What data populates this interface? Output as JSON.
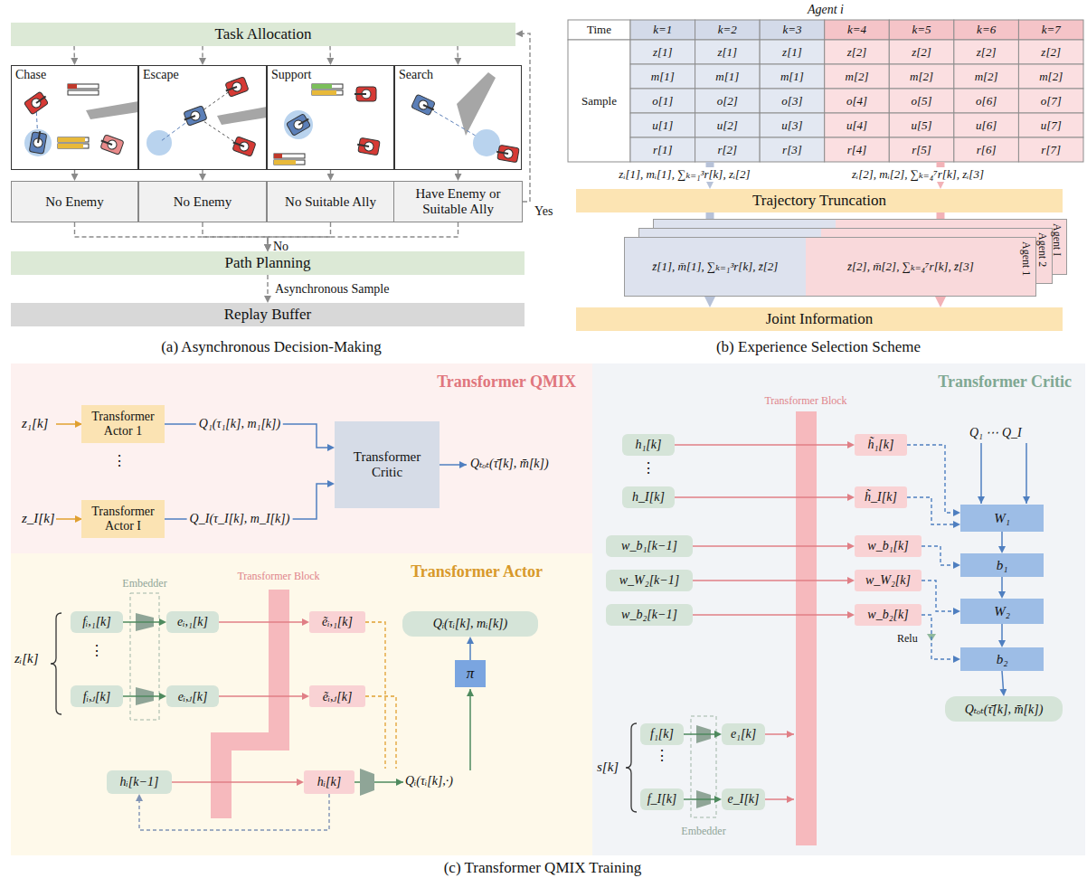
{
  "diagram": {
    "nodes": [
      {
        "text": [
          "Task Allocation"
        ]
      },
      {
        "text": [
          "Chase"
        ]
      },
      {
        "text": [
          "Escape"
        ]
      },
      {
        "text": [
          "Support"
        ]
      },
      {
        "text": [
          "Search"
        ]
      },
      {
        "text": [
          "No Enemy"
        ]
      },
      {
        "text": [
          "No Enemy"
        ]
      },
      {
        "text": [
          "No Suitable Ally"
        ]
      },
      {
        "text": [
          "Have Enemy or Suitable Ally"
        ]
      },
      {
        "text": [
          "Path Planning"
        ]
      },
      {
        "text": [
          "Replay Buffer"
        ]
      },
      {
        "text": [
          "Agent i"
        ]
      },
      {
        "text": [
          "Trajectory Truncation"
        ]
      },
      {
        "text": [
          "Agent I"
        ]
      },
      {
        "text": [
          "Agent 2"
        ]
      },
      {
        "text": [
          "z̄[1], m̄[1], ∑ₖ₌₁³r[k], z̄[2]",
          "z̄[2], m̄[2], ∑ₖ₌₄⁷r[k], z̄[3]",
          "Agent 1"
        ]
      },
      {
        "text": [
          "Joint Information"
        ]
      },
      {
        "text": [
          "Transformer QMIX"
        ]
      },
      {
        "text": [
          "Transformer Actor 1"
        ],
        "in": 17
      },
      {
        "text": [
          "Transformer Actor I"
        ],
        "in": 17
      },
      {
        "text": [
          "Transformer Critic"
        ],
        "in": 17
      },
      {
        "text": [
          "Transformer Actor"
        ]
      },
      {
        "text": [
          "fᵢ,₁[k]"
        ],
        "in": 21
      },
      {
        "text": [
          "eᵢ,₁[k]"
        ],
        "in": 21
      },
      {
        "text": [
          "ẽᵢ,₁[k]"
        ],
        "in": 21
      },
      {
        "text": [
          "fᵢ,ⱼ[k]"
        ],
        "in": 21
      },
      {
        "text": [
          "eᵢ,ⱼ[k]"
        ],
        "in": 21
      },
      {
        "text": [
          "ẽᵢ,ⱼ[k]"
        ],
        "in": 21
      },
      {
        "text": [
          "Qᵢ(τᵢ[k], mᵢ[k])"
        ],
        "in": 21
      },
      {
        "text": [
          "π"
        ],
        "in": 21
      },
      {
        "text": [
          "hᵢ[k−1]"
        ],
        "in": 21
      },
      {
        "text": [
          "hᵢ[k]"
        ],
        "in": 21
      },
      {
        "text": [
          "Transformer Critic"
        ]
      },
      {
        "text": [
          "h₁[k]"
        ],
        "in": 32
      },
      {
        "text": [
          "h̃₁[k]"
        ],
        "in": 32
      },
      {
        "text": [
          "h_I[k]"
        ],
        "in": 32
      },
      {
        "text": [
          "h̃_I[k]"
        ],
        "in": 32
      },
      {
        "text": [
          "w_b₁[k−1]"
        ],
        "in": 32
      },
      {
        "text": [
          "w_b₁[k]"
        ],
        "in": 32
      },
      {
        "text": [
          "w_W₂[k−1]"
        ],
        "in": 32
      },
      {
        "text": [
          "w_W₂[k]"
        ],
        "in": 32
      },
      {
        "text": [
          "w_b₂[k−1]"
        ],
        "in": 32
      },
      {
        "text": [
          "w_b₂[k]"
        ],
        "in": 32
      },
      {
        "text": [
          "W₁"
        ],
        "in": 32
      },
      {
        "text": [
          "b₁"
        ],
        "in": 32
      },
      {
        "text": [
          "W₂"
        ],
        "in": 32
      },
      {
        "text": [
          "b₂"
        ],
        "in": 32
      },
      {
        "text": [
          "Qₜₒₜ(τ̄[k], m̄[k])"
        ],
        "in": 32
      },
      {
        "text": [
          "f₁[k]"
        ],
        "in": 32
      },
      {
        "text": [
          "e₁[k]"
        ],
        "in": 32
      },
      {
        "text": [
          "f_I[k]"
        ],
        "in": 32
      },
      {
        "text": [
          "e_I[k]"
        ],
        "in": 32
      }
    ],
    "edges": [
      {
        "from": 0,
        "to": 1,
        "arrow": "to"
      },
      {
        "from": 0,
        "to": 2,
        "arrow": "to"
      },
      {
        "from": 0,
        "to": 3,
        "arrow": "to"
      },
      {
        "from": 0,
        "to": 4,
        "arrow": "to"
      },
      {
        "from": 1,
        "to": 5,
        "arrow": "to"
      },
      {
        "from": 2,
        "to": 6,
        "arrow": "to"
      },
      {
        "from": 3,
        "to": 7,
        "arrow": "to"
      },
      {
        "from": 4,
        "to": 8,
        "arrow": "to"
      },
      {
        "from": 8,
        "to": 0,
        "label": "Yes",
        "arrow": "to"
      },
      {
        "from": 5,
        "to": 9,
        "arrow": "to"
      },
      {
        "from": 6,
        "to": 9,
        "arrow": "to"
      },
      {
        "from": 7,
        "to": 9,
        "arrow": "to"
      },
      {
        "from": 8,
        "to": 9,
        "arrow": "to"
      },
      {
        "from": 9,
        "to": 10,
        "label": "Asynchronous Sample",
        "arrow": "to"
      },
      {
        "from": 11,
        "to": 12,
        "arrow": "to"
      },
      {
        "from": 11,
        "to": 12,
        "arrow": "to"
      },
      {
        "from": 12,
        "to": 16,
        "arrow": "to"
      },
      {
        "from": 12,
        "to": 16,
        "arrow": "to"
      },
      {
        "from": 18,
        "to": 20,
        "label": "Q₁(τ₁[k], m₁[k])",
        "arrow": "to"
      },
      {
        "from": 19,
        "to": 20,
        "label": "Q_I(τ_I[k], m_I[k])",
        "arrow": "to"
      },
      {
        "from": 22,
        "to": 23,
        "arrow": "to"
      },
      {
        "from": 25,
        "to": 26,
        "arrow": "to"
      },
      {
        "from": 23,
        "to": 24,
        "arrow": "to"
      },
      {
        "from": 26,
        "to": 27,
        "arrow": "to"
      },
      {
        "from": 29,
        "to": 28,
        "arrow": "to"
      },
      {
        "from": 30,
        "to": 31,
        "arrow": "to"
      },
      {
        "from": 31,
        "to": 30,
        "arrow": "to"
      },
      {
        "from": 48,
        "to": 49,
        "arrow": "to"
      },
      {
        "from": 50,
        "to": 51,
        "arrow": "to"
      },
      {
        "from": 33,
        "to": 34,
        "arrow": "to"
      },
      {
        "from": 35,
        "to": 36,
        "arrow": "to"
      },
      {
        "from": 37,
        "to": 38,
        "arrow": "to"
      },
      {
        "from": 39,
        "to": 40,
        "arrow": "to"
      },
      {
        "from": 41,
        "to": 42,
        "arrow": "to"
      },
      {
        "from": 34,
        "to": 43,
        "arrow": "to"
      },
      {
        "from": 36,
        "to": 43,
        "arrow": "to"
      },
      {
        "from": 38,
        "to": 44,
        "arrow": "to"
      },
      {
        "from": 40,
        "to": 45,
        "arrow": "to"
      },
      {
        "from": 42,
        "to": 46,
        "arrow": "to"
      },
      {
        "from": 43,
        "to": 44,
        "arrow": "to"
      },
      {
        "from": 44,
        "to": 45,
        "arrow": "to"
      },
      {
        "from": 45,
        "to": 46,
        "arrow": "to"
      },
      {
        "from": 46,
        "to": 47,
        "arrow": "to"
      }
    ],
    "labels": [
      "Time",
      "k=1",
      "k=2",
      "k=3",
      "k=4",
      "k=5",
      "k=6",
      "k=7",
      "Sample",
      "z[1]",
      "z[1]",
      "z[1]",
      "z[2]",
      "z[2]",
      "z[2]",
      "z[2]",
      "m[1]",
      "m[1]",
      "m[1]",
      "m[2]",
      "m[2]",
      "m[2]",
      "m[2]",
      "o[1]",
      "o[2]",
      "o[3]",
      "o[4]",
      "o[5]",
      "o[6]",
      "o[7]",
      "u[1]",
      "u[2]",
      "u[3]",
      "u[4]",
      "u[5]",
      "u[6]",
      "u[7]",
      "r[1]",
      "r[2]",
      "r[3]",
      "r[4]",
      "r[5]",
      "r[6]",
      "r[7]",
      "zᵢ[1], mᵢ[1], ∑ₖ₌₁³r[k], zᵢ[2]",
      "zᵢ[2], mᵢ[2], ∑ₖ₌₄⁷r[k], zᵢ[3]",
      "No",
      "(a) Asynchronous Decision-Making",
      "(b) Experience Selection Scheme",
      "z₁[k]",
      "⋮",
      "z_I[k]",
      "Qₜₒₜ(τ̄[k], m̄[k])",
      "zᵢ[k]",
      "Embedder",
      "Transformer Block",
      "⋮",
      "Qᵢ(τᵢ[k],·)",
      "Transformer Block",
      "⋮",
      "Q₁ ⋯ Q_I",
      "Relu",
      "s[k]",
      "⋮",
      "Embedder",
      "(c) Transformer QMIX Training"
    ]
  }
}
